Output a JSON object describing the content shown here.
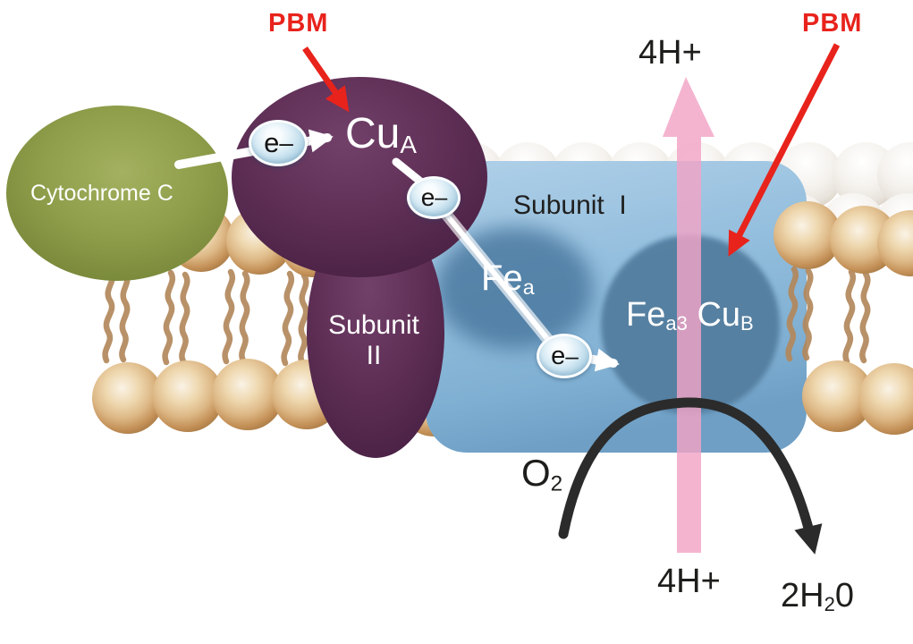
{
  "labels": {
    "pbm_left": "PBM",
    "pbm_right": "PBM",
    "proton_top": "4H+",
    "proton_bottom": "4H+",
    "cytochrome_c": "Cytochrome C",
    "subunit_1": "Subunit  I",
    "subunit_2_line1": "Subunit",
    "subunit_2_line2": "II",
    "cu_a": {
      "main": "Cu",
      "sub": "A"
    },
    "fe_a": {
      "main": "Fe",
      "sub": "a"
    },
    "fe_a3": {
      "main": "Fe",
      "sub": "a3"
    },
    "cu_b": {
      "main": "Cu",
      "sub": "B"
    },
    "oxygen": {
      "main": "O",
      "sub": "2"
    },
    "water": {
      "pre": "2H",
      "sub": "2",
      "post": "0"
    },
    "electron": {
      "main": "e",
      "sup": "–"
    }
  },
  "colors": {
    "pbm_red": "#e8231c",
    "proton_pink": "#f1a3c6",
    "cytochrome_olive": "#8f9e4a",
    "subunit2_purple": "#5e2e55",
    "subunit1_blue": "#93bedd",
    "metal_site_blue": "#547fa0",
    "lipid_head_tan": "#ddb886",
    "lipid_tail_brown": "#b3885c",
    "electron_bubble_blue": "#d8ebf5",
    "arrow_black": "#2b2b2b",
    "arrow_white": "#ffffff",
    "text_black": "#1d1d1b",
    "text_white": "#ffffff"
  }
}
